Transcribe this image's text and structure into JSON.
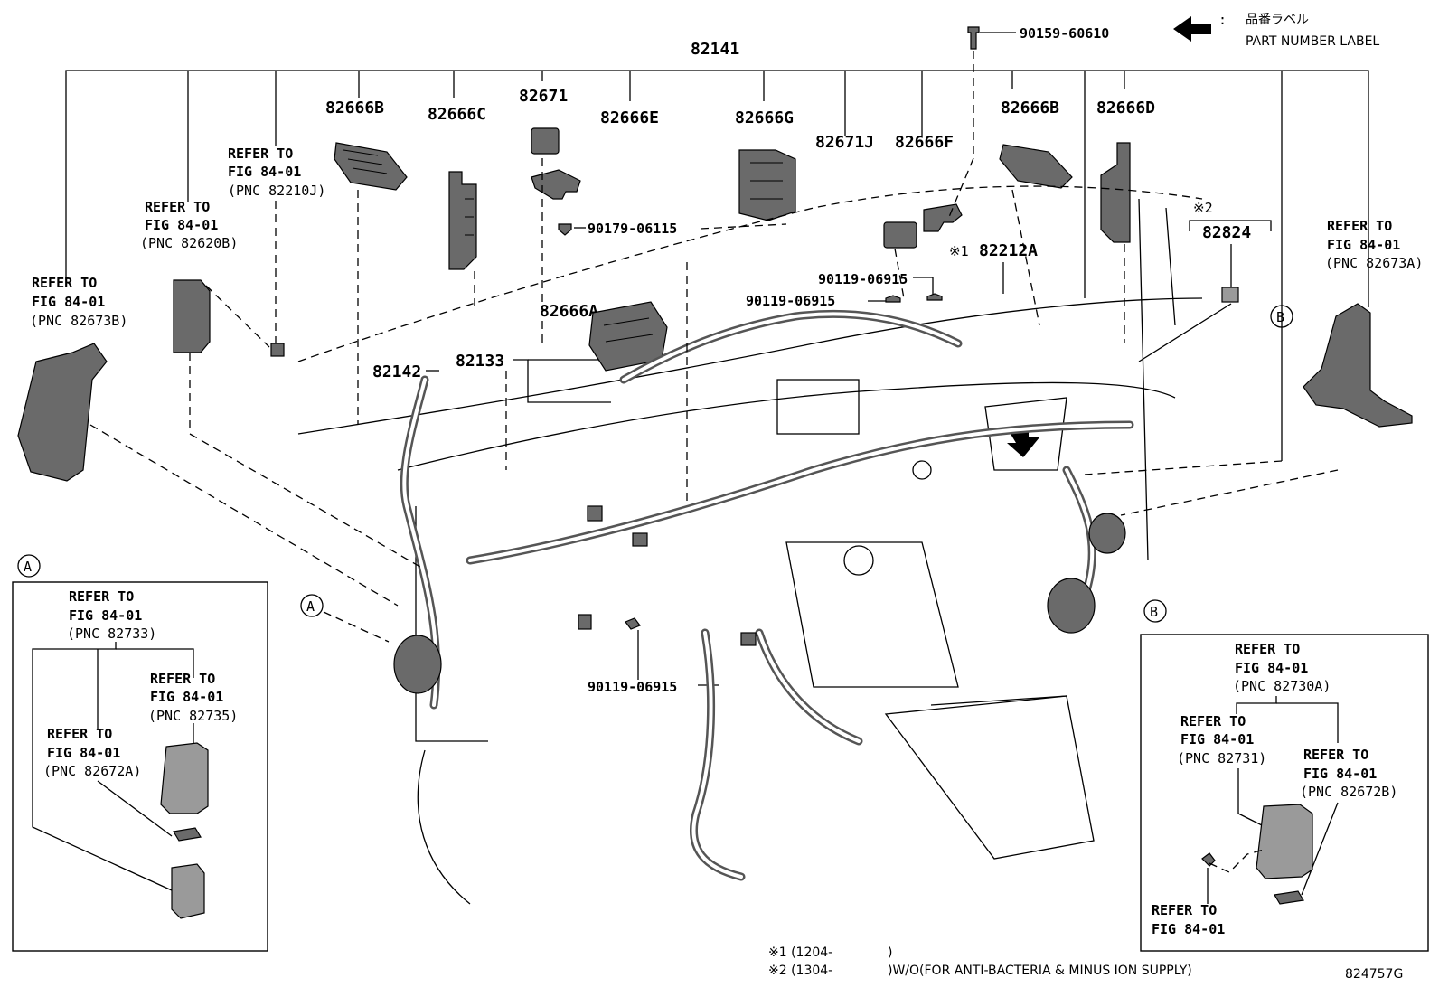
{
  "header": {
    "label_jp": "品番ラベル",
    "label_en": "PART NUMBER LABEL",
    "clip_part": "90159-60610"
  },
  "parts": {
    "main_harness": "82141",
    "p82666B_left": "82666B",
    "p82666C": "82666C",
    "p82671": "82671",
    "p82666E": "82666E",
    "p82666G": "82666G",
    "p82671J": "82671J",
    "p82666F": "82666F",
    "p82666B_right": "82666B",
    "p82666D": "82666D",
    "p82824": "82824",
    "p82212A": "82212A",
    "p82666A": "82666A",
    "p82133": "82133",
    "p82142": "82142",
    "bolt_90179": "90179-06115",
    "bolt_90119_a": "90119-06915",
    "bolt_90119_b": "90119-06915",
    "bolt_90119_c": "90119-06915",
    "mark1": "※1",
    "mark2": "※2"
  },
  "refs": {
    "refer_to": "REFER TO",
    "fig": "FIG 84-01",
    "pnc_82210J": "(PNC 82210J)",
    "pnc_82620B": "(PNC 82620B)",
    "pnc_82673B": "(PNC 82673B)",
    "pnc_82673A": "(PNC 82673A)",
    "pnc_82733": "(PNC 82733)",
    "pnc_82735": "(PNC 82735)",
    "pnc_82672A": "(PNC 82672A)",
    "pnc_82730A": "(PNC 82730A)",
    "pnc_82731": "(PNC 82731)",
    "pnc_82672B": "(PNC 82672B)"
  },
  "callouts": {
    "A": "A",
    "B": "B"
  },
  "footnotes": {
    "n1": "※1 (1204-",
    "n2": "※2 (1304-",
    "close1": ")",
    "close2": ")W/O(FOR ANTI-BACTERIA & MINUS ION SUPPLY)",
    "figure_id": "824757G"
  }
}
